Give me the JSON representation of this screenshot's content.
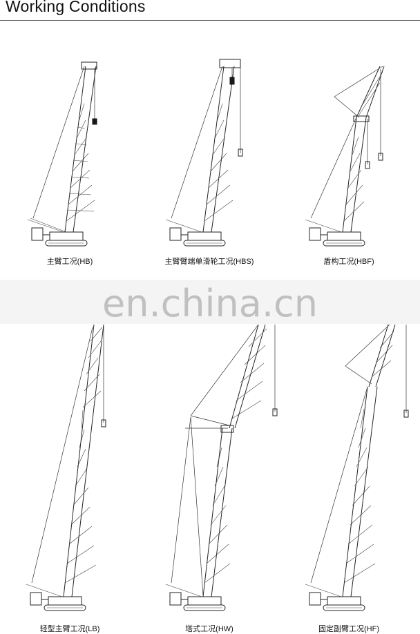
{
  "header": {
    "title": "Working Conditions"
  },
  "conditions": [
    {
      "caption": "主臂工况(HB)"
    },
    {
      "caption": "主臂臂端单滑轮工况(HBS)"
    },
    {
      "caption": "盾构工况(HBF)"
    },
    {
      "caption": "轻型主臂工况(LB)"
    },
    {
      "caption": "塔式工况(HW)"
    },
    {
      "caption": "固定副臂工况(HF)"
    }
  ],
  "watermark": "en.china.cn"
}
